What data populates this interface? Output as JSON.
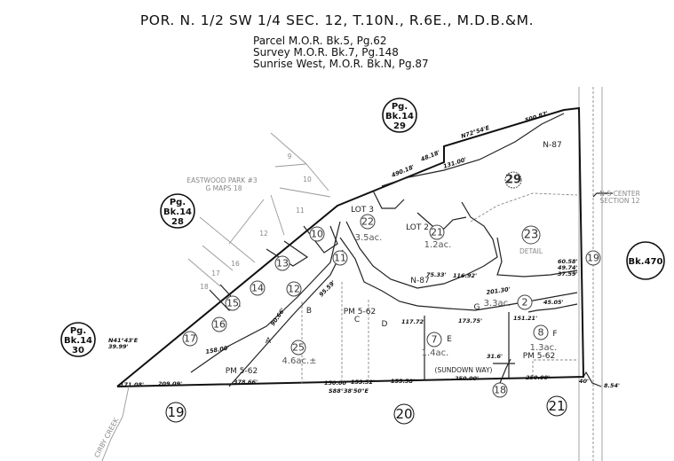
{
  "header": {
    "title": "POR. N. 1/2 SW 1/4 SEC. 12, T.10N., R.6E., M.D.B.&M.",
    "references": [
      "Parcel M.O.R. Bk.5, Pg.62",
      "Survey M.O.R. Bk.7, Pg.148",
      "Sunrise West, M.O.R. Bk.N, Pg.87"
    ]
  },
  "book_refs": [
    {
      "pg": "Pg.",
      "bk": "Bk.14",
      "page": "29"
    },
    {
      "pg": "Pg.",
      "bk": "Bk.14",
      "page": "28"
    },
    {
      "pg": "Pg.",
      "bk": "Bk.14",
      "page": "30"
    },
    {
      "bk": "Bk.470"
    }
  ],
  "parcels": [
    {
      "num": "29"
    },
    {
      "num": "22",
      "acres": "3.5ac."
    },
    {
      "num": "21",
      "acres": "1.2ac."
    },
    {
      "num": "23",
      "note": "DETAIL"
    },
    {
      "num": "10"
    },
    {
      "num": "11"
    },
    {
      "num": "13"
    },
    {
      "num": "12"
    },
    {
      "num": "14"
    },
    {
      "num": "15"
    },
    {
      "num": "16"
    },
    {
      "num": "17"
    },
    {
      "num": "25",
      "acres": "4.6ac.±"
    },
    {
      "num": "7",
      "acres": "1.4ac."
    },
    {
      "num": "2",
      "acres": "3.3ac."
    },
    {
      "num": "8",
      "acres": "1.3ac."
    },
    {
      "num": "19"
    },
    {
      "num": "18"
    }
  ],
  "adjacent_maps": [
    "19",
    "20",
    "21"
  ],
  "lot_letters": [
    "A",
    "B",
    "C",
    "D",
    "E",
    "F",
    "G"
  ],
  "labels": {
    "pm": "PM 5-62",
    "n87": "N-87",
    "lot3": "LOT 3",
    "lot2": "LOT 2",
    "street": "(SUNDOWN   WAY)",
    "subdivision": "EASTWOOD PARK #3",
    "subdivision_ref": "G MAPS 18",
    "center_line1": "N-S CENTER",
    "center_line2": "SECTION 12",
    "creek": "CIRBY CREEK"
  },
  "plat_lots": [
    "9",
    "10",
    "11",
    "12",
    "16",
    "17",
    "18"
  ],
  "dimensions": {
    "top1": "500.87'",
    "top2": "490.18'",
    "top3": "48.18'",
    "top_brg": "N72°54'E",
    "r1": "131.00'",
    "bot1": "150.00'",
    "bot2": "153.52'",
    "bot3": "155.58'",
    "bot4": "250.00'",
    "bot5": "378.66'",
    "bot6": "209.09'",
    "bot7": "171.08'",
    "bot_brg": "S88°38'50\"E",
    "g1": "117.72'",
    "g2": "173.75'",
    "g3": "151.21'",
    "g4": "201.30'",
    "e1": "60.58'",
    "e2": "49.74'",
    "e3": "37.59'",
    "e4": "45.05'",
    "a1": "90.66'",
    "a2": "95.59'",
    "s1": "8.54'",
    "s2": "40'",
    "w1": "N41°43'E",
    "w2": "39.99'",
    "w3": "158.00'",
    "n1": "116.92'",
    "n2": "75.33'",
    "s3": "31.6'",
    "sw": "250.00'"
  }
}
